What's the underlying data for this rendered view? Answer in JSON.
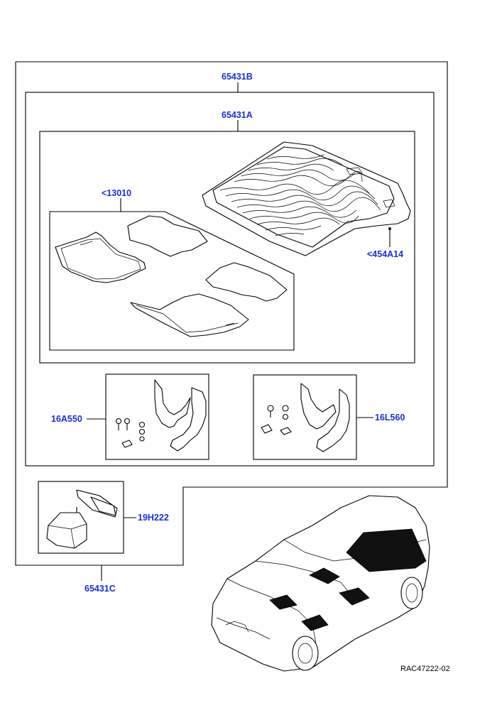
{
  "labels": {
    "kit_all": "65431B",
    "kit_mats": "65431A",
    "floor_mats": "<13010",
    "load_liner": "<454A14",
    "mudflaps_front": "16A550",
    "mudflaps_rear": "16L560",
    "first_aid": "19H222",
    "kit_c": "65431C"
  },
  "image_code": "RAC47222-02"
}
